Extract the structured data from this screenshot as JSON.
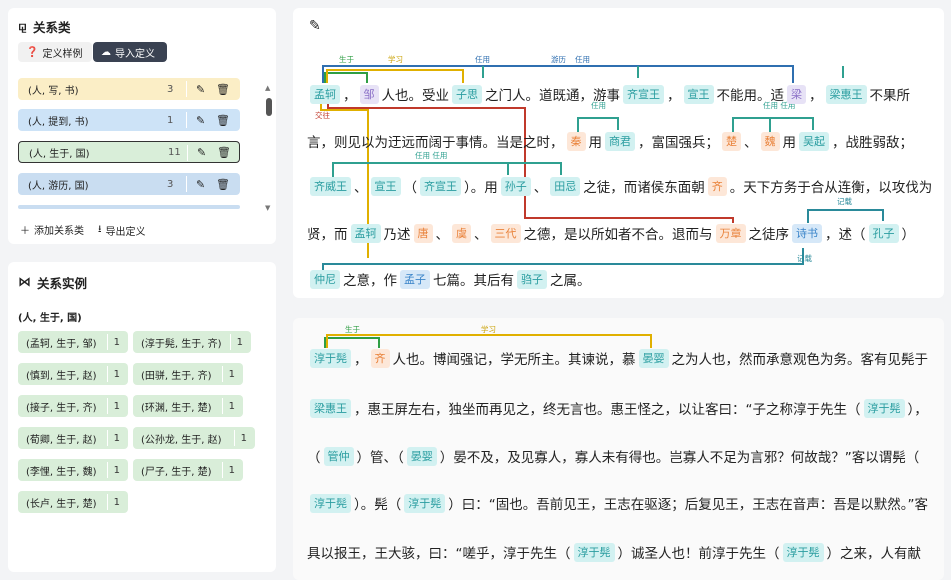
{
  "relation_panel": {
    "title": "关系类",
    "tab_sample": "定义样例",
    "tab_import": "导入定义",
    "items": [
      {
        "label": "(人, 写, 书)",
        "count": "3",
        "color": "#fbeec6"
      },
      {
        "label": "(人, 提到, 书)",
        "count": "1",
        "color": "#cde3f7"
      },
      {
        "label": "(人, 生于, 国)",
        "count": "11",
        "color": "#d9eed9"
      },
      {
        "label": "(人, 游历, 国)",
        "count": "3",
        "color": "#c9ddf1"
      }
    ],
    "add_label": "添加关系类",
    "export_label": "导出定义"
  },
  "instance_panel": {
    "title": "关系实例",
    "group_label": "(人, 生于, 国)",
    "instances": [
      {
        "label": "(孟轲, 生于, 邹)",
        "count": "1"
      },
      {
        "label": "(淳于髡, 生于, 齐)",
        "count": "1"
      },
      {
        "label": "(慎到, 生于, 赵)",
        "count": "1"
      },
      {
        "label": "(田骈, 生于, 齐)",
        "count": "1"
      },
      {
        "label": "(接子, 生于, 齐)",
        "count": "1"
      },
      {
        "label": "(环渊, 生于, 楚)",
        "count": "1"
      },
      {
        "label": "(荀卿, 生于, 赵)",
        "count": "1"
      },
      {
        "label": "(公孙龙, 生于, 赵)",
        "count": "1"
      },
      {
        "label": "(李悝, 生于, 魏)",
        "count": "1"
      },
      {
        "label": "(尸子, 生于, 楚)",
        "count": "1"
      },
      {
        "label": "(长卢, 生于, 楚)",
        "count": "1"
      }
    ]
  },
  "relation_labels": {
    "born_in": "生于",
    "study": "学习",
    "serve": "任用",
    "travel": "游历",
    "serve_both": "任用 任用",
    "record": "记载",
    "interact": "交往"
  },
  "passage1": {
    "lines": [
      [
        {
          "e": "孟轲",
          "c": "teal"
        },
        {
          "t": "，"
        },
        {
          "e": "邹",
          "c": "purple"
        },
        {
          "t": "人也。受业"
        },
        {
          "e": "子思",
          "c": "teal"
        },
        {
          "t": "之门人。道既通，游事"
        },
        {
          "e": "齐宣王",
          "c": "teal"
        },
        {
          "t": "，"
        },
        {
          "e": "宣王",
          "c": "teal"
        },
        {
          "t": "不能用。适"
        },
        {
          "e": "梁",
          "c": "purple"
        },
        {
          "t": "，"
        },
        {
          "e": "梁惠王",
          "c": "teal"
        },
        {
          "t": "不果所"
        }
      ],
      [
        {
          "t": "言，则见以为迂远而阔于事情。当是之时，"
        },
        {
          "e": "秦",
          "c": "orange"
        },
        {
          "t": "用"
        },
        {
          "e": "商君",
          "c": "teal"
        },
        {
          "t": "，富国强兵；"
        },
        {
          "e": "楚",
          "c": "orange"
        },
        {
          "t": "、"
        },
        {
          "e": "魏",
          "c": "orange"
        },
        {
          "t": "用"
        },
        {
          "e": "吴起",
          "c": "teal"
        },
        {
          "t": "，战胜弱敌；"
        }
      ],
      [
        {
          "e": "齐威王",
          "c": "teal"
        },
        {
          "t": "、"
        },
        {
          "e": "宣王",
          "c": "teal"
        },
        {
          "t": "（"
        },
        {
          "e": "齐宣王",
          "c": "teal"
        },
        {
          "t": "）。用"
        },
        {
          "e": "孙子",
          "c": "teal"
        },
        {
          "t": "、"
        },
        {
          "e": "田忌",
          "c": "teal"
        },
        {
          "t": "之徒，而诸侯东面朝"
        },
        {
          "e": "齐",
          "c": "orange"
        },
        {
          "t": "。天下方务于合从连衡，以攻伐为"
        }
      ],
      [
        {
          "t": "贤，而"
        },
        {
          "e": "孟轲",
          "c": "teal"
        },
        {
          "t": "乃述"
        },
        {
          "e": "唐",
          "c": "orange"
        },
        {
          "t": "、"
        },
        {
          "e": "虞",
          "c": "orange"
        },
        {
          "t": "、"
        },
        {
          "e": "三代",
          "c": "orange"
        },
        {
          "t": "之德，是以所如者不合。退而与"
        },
        {
          "e": "万章",
          "c": "orange"
        },
        {
          "t": "之徒序"
        },
        {
          "e": "诗书",
          "c": "blue"
        },
        {
          "t": "，述（"
        },
        {
          "e": "孔子",
          "c": "teal"
        },
        {
          "t": "）"
        }
      ],
      [
        {
          "e": "仲尼",
          "c": "teal"
        },
        {
          "t": "之意，作"
        },
        {
          "e": "孟子",
          "c": "blue"
        },
        {
          "t": "七篇。其后有"
        },
        {
          "e": "驺子",
          "c": "teal"
        },
        {
          "t": "之属。"
        }
      ]
    ]
  },
  "passage2": {
    "lines": [
      [
        {
          "e": "淳于髡",
          "c": "teal"
        },
        {
          "t": "，"
        },
        {
          "e": "齐",
          "c": "orange"
        },
        {
          "t": "人也。博闻强记，学无所主。其谏说，慕"
        },
        {
          "e": "晏婴",
          "c": "teal"
        },
        {
          "t": "之为人也，然而承意观色为务。客有见髡于"
        }
      ],
      [
        {
          "e": "梁惠王",
          "c": "teal"
        },
        {
          "t": "，惠王屏左右，独坐而再见之，终无言也。惠王怪之，以让客曰：“子之称淳于先生（"
        },
        {
          "e": "淳于髡",
          "c": "teal"
        },
        {
          "t": "），"
        }
      ],
      [
        {
          "t": "（"
        },
        {
          "e": "管仲",
          "c": "teal"
        },
        {
          "t": "）管、（"
        },
        {
          "e": "晏婴",
          "c": "teal"
        },
        {
          "t": "）晏不及，及见寡人，寡人未有得也。岂寡人不足为言邪？何故哉？”客以谓髡（"
        }
      ],
      [
        {
          "e": "淳于髡",
          "c": "teal"
        },
        {
          "t": "）。髡（"
        },
        {
          "e": "淳于髡",
          "c": "teal"
        },
        {
          "t": "）曰：“固也。吾前见王，王志在驱逐；后复见王，王志在音声：吾是以默然。”客"
        }
      ],
      [
        {
          "t": "具以报王，王大骇，曰：“嗟乎，淳于先生（"
        },
        {
          "e": "淳于髡",
          "c": "teal"
        },
        {
          "t": "）诚圣人也！前淳于先生（"
        },
        {
          "e": "淳于髡",
          "c": "teal"
        },
        {
          "t": "）之来，人有献"
        }
      ]
    ]
  }
}
